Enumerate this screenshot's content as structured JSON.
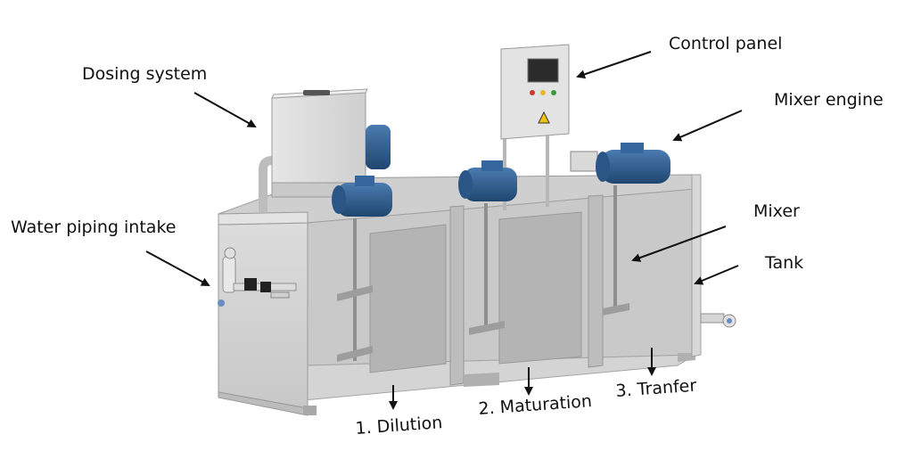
{
  "labels": {
    "dosing_system": "Dosing system",
    "control_panel": "Control panel",
    "mixer_engine": "Mixer engine",
    "water_piping_intake": "Water piping intake",
    "mixer": "Mixer",
    "tank": "Tank",
    "dilution": "1. Dilution",
    "maturation": "2. Maturation",
    "transfer": "3. Tranfer"
  },
  "colors": {
    "tank_light": "#d8d8d8",
    "tank_mid": "#c4c4c4",
    "tank_dark": "#a9a9a9",
    "motor_blue": "#2f5c8f",
    "arrow": "#111111"
  },
  "icons": {
    "warning_sign": "warning-triangle-icon"
  }
}
